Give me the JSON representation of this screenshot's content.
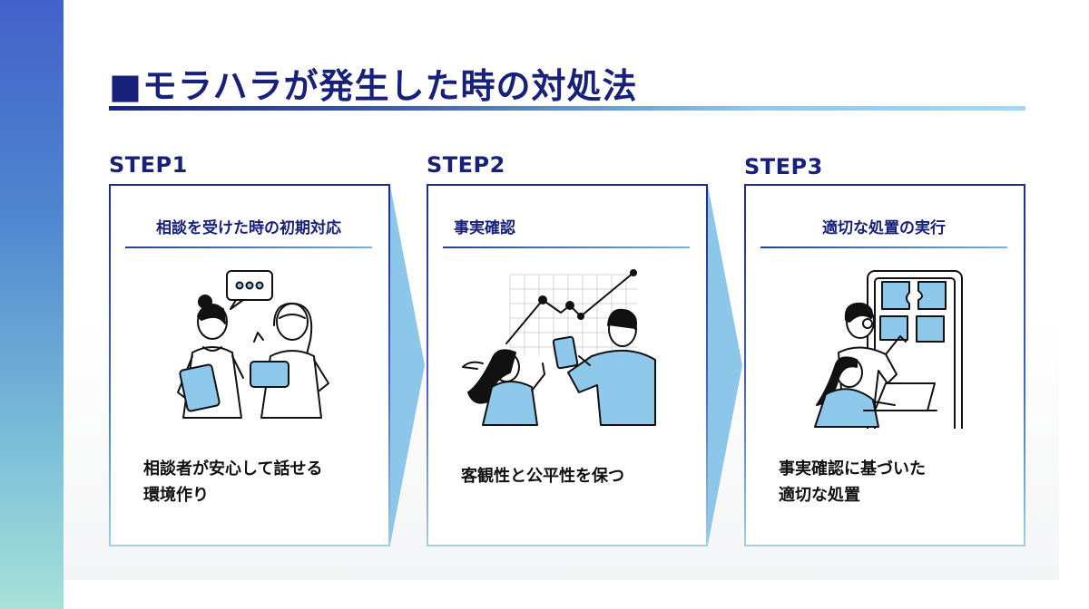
{
  "title": "■モラハラが発生した時の対処法",
  "steps": [
    {
      "label": "STEP1",
      "heading": "相談を受けた時の初期対応",
      "body": [
        "相談者が安心して話せる",
        "環境作り"
      ]
    },
    {
      "label": "STEP2",
      "heading": "事実確認",
      "body": [
        "客観性と公平性を保つ"
      ]
    },
    {
      "label": "STEP3",
      "heading": "適切な処置の実行",
      "body": [
        "事実確認に基づいた",
        "適切な処置"
      ]
    }
  ],
  "colors": {
    "navy": "#17217a",
    "accent_blue": "#8cc6e9",
    "illustration_fill": "#8ec8ea"
  }
}
